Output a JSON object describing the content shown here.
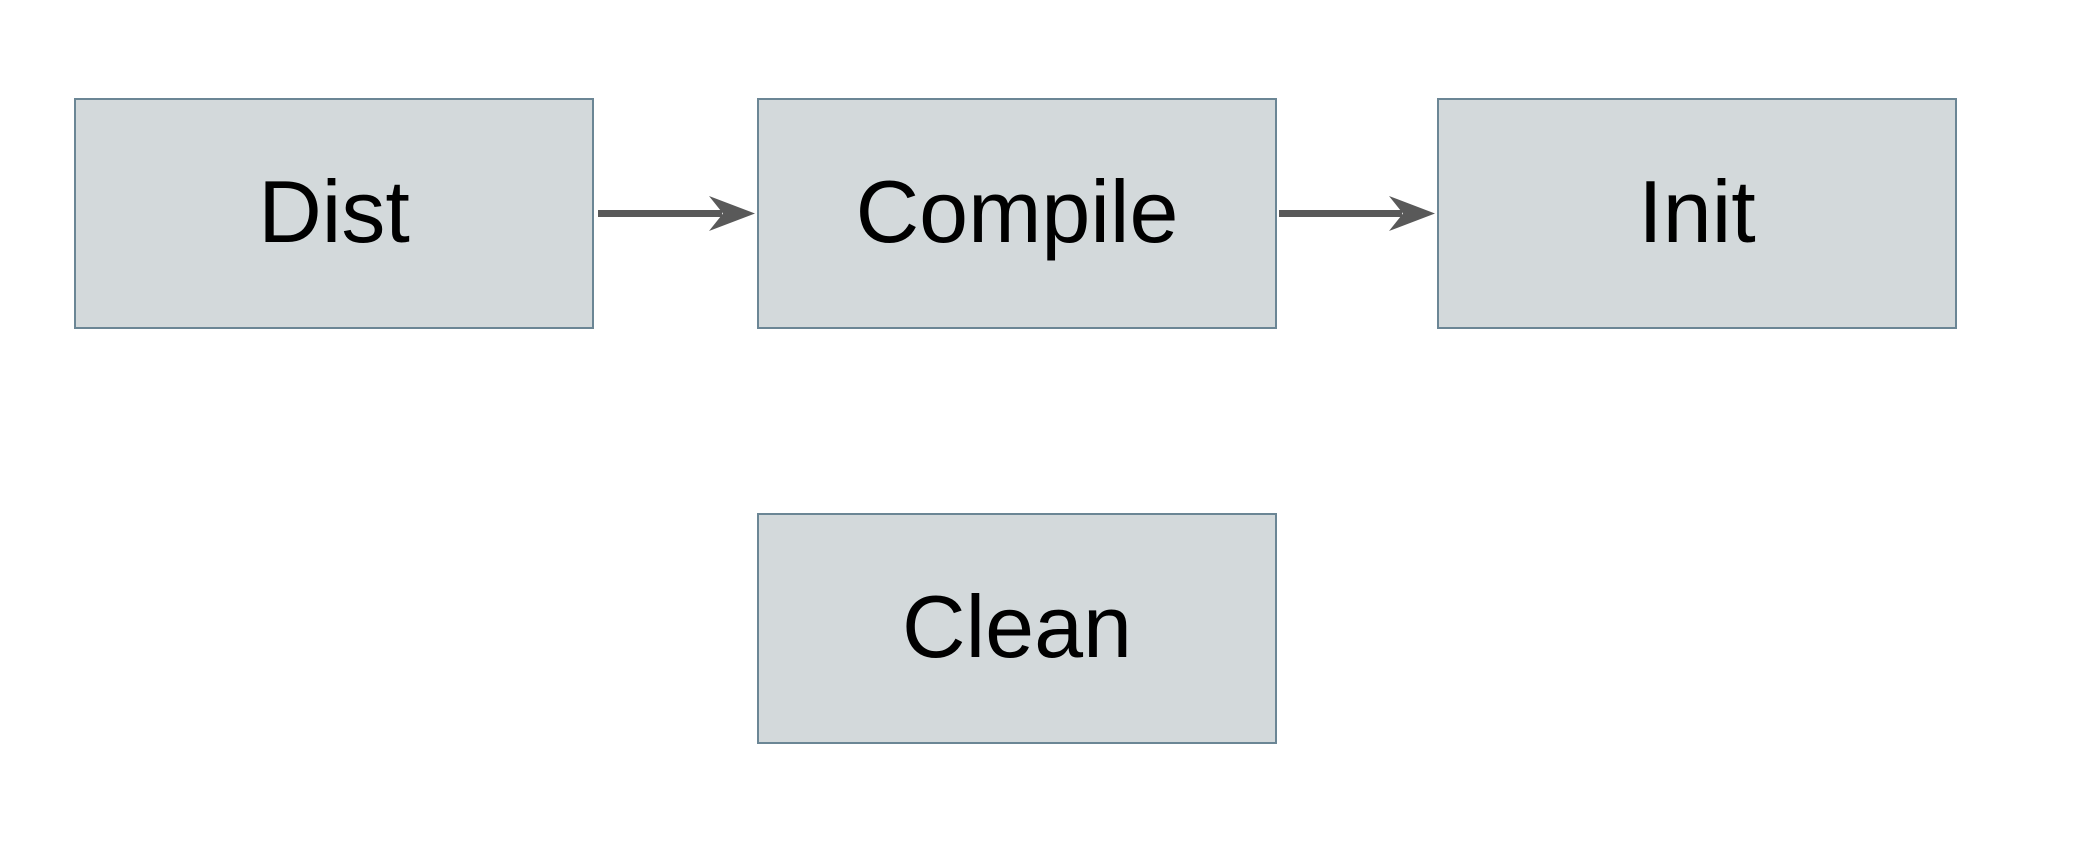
{
  "diagram": {
    "colors": {
      "background": "#ffffff",
      "node_fill": "#d3d9db",
      "node_border": "#6b8695",
      "arrow": "#595959",
      "text": "#000000"
    },
    "nodes": [
      {
        "id": "dist",
        "label": "Dist"
      },
      {
        "id": "compile",
        "label": "Compile"
      },
      {
        "id": "init",
        "label": "Init"
      },
      {
        "id": "clean",
        "label": "Clean"
      }
    ],
    "edges": [
      {
        "from": "dist",
        "to": "compile"
      },
      {
        "from": "compile",
        "to": "init"
      }
    ]
  }
}
